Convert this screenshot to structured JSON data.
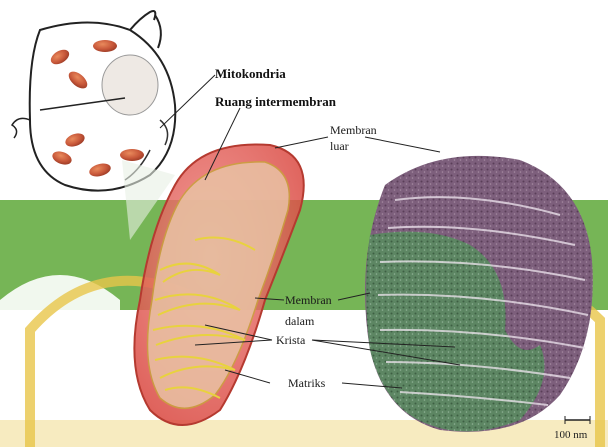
{
  "labels": {
    "mitokondria": "Mitokondria",
    "ruang_intermembran": "Ruang intermembran",
    "membran_luar_1": "Membran",
    "membran_luar_2": "luar",
    "membran_dalam_1": "Membran",
    "membran_dalam_2": "dalam",
    "krista": "Krista",
    "matriks": "Matriks",
    "scale_bar": "100 nm"
  },
  "colors": {
    "watermark_green": "#5ea838",
    "watermark_gold": "#e9c64a",
    "mitochondrion_red": "#d9523c",
    "micrograph_purple": "#7b5a78",
    "micrograph_green": "#4f7a56"
  }
}
